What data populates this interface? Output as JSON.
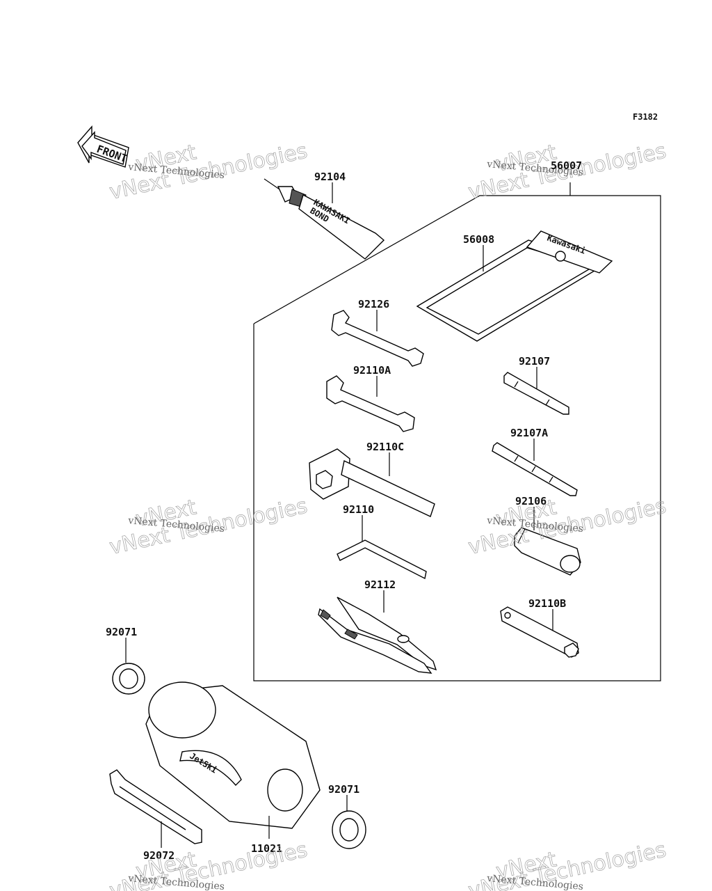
{
  "diagram_code": "F3182",
  "front_arrow": {
    "label": "FRONT"
  },
  "watermark": {
    "line1": "vNext Technologies",
    "line2": "Technologies",
    "line3": "vNext"
  },
  "parts": {
    "p92104": "92104",
    "p56007": "56007",
    "p56008": "56008",
    "p92126": "92126",
    "p92110A": "92110A",
    "p92107": "92107",
    "p92110C": "92110C",
    "p92107A": "92107A",
    "p92110": "92110",
    "p92106": "92106",
    "p92112": "92112",
    "p92110B": "92110B",
    "p92071a": "92071",
    "p92071b": "92071",
    "p92072": "92072",
    "p11021": "11021"
  },
  "tube_text": {
    "brand": "KAWASAKI",
    "product": "BOND"
  },
  "pouch_text": "Kawasaki",
  "bag_text": "JetSki"
}
